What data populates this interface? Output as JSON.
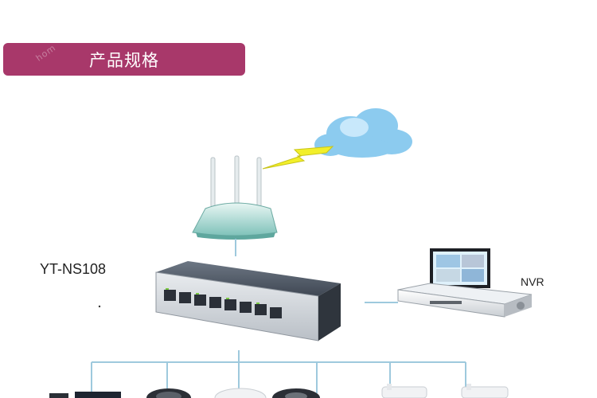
{
  "header": {
    "title": "产品规格"
  },
  "diagram": {
    "switch_label": "YT-NS108",
    "nvr_label": "NVR"
  },
  "colors": {
    "banner": "#a8386a",
    "cloud": "#8ccbef",
    "lightning": "#f2ef2a",
    "router": "#8fcfc8",
    "switch_body": "#4b5562",
    "cable": "#9ec9dd"
  }
}
